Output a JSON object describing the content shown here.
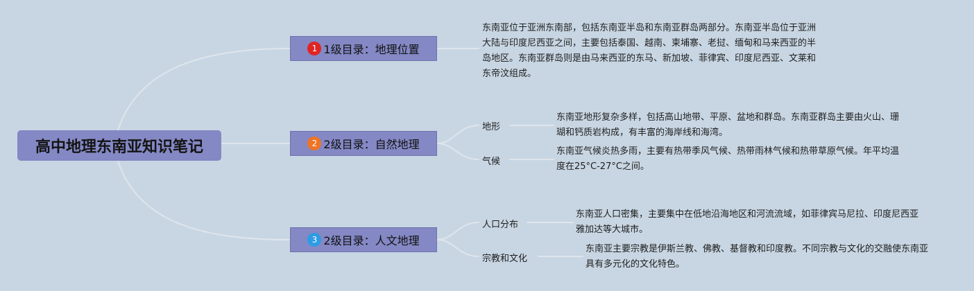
{
  "root": {
    "title": "高中地理东南亚知识笔记"
  },
  "colors": {
    "background": "#c8d6e3",
    "node_fill": "#8488c4",
    "connector": "#dfe5ec",
    "badge_1": "#e02424",
    "badge_2": "#ee7426",
    "badge_3": "#2e9be6"
  },
  "branches": [
    {
      "badge": "1",
      "title": "1级目录：地理位置",
      "description": "东南亚位于亚洲东南部，包括东南亚半岛和东南亚群岛两部分。东南亚半岛位于亚洲大陆与印度尼西亚之间，主要包括泰国、越南、柬埔寨、老挝、缅甸和马来西亚的半岛地区。东南亚群岛则是由马来西亚的东马、新加坡、菲律宾、印度尼西亚、文莱和东帝汶组成。"
    },
    {
      "badge": "2",
      "title": "2级目录：自然地理",
      "children": [
        {
          "label": "地形",
          "description": "东南亚地形复杂多样，包括高山地带、平原、盆地和群岛。东南亚群岛主要由火山、珊瑚和钙质岩构成，有丰富的海岸线和海湾。"
        },
        {
          "label": "气候",
          "description": "东南亚气候炎热多雨，主要有热带季风气候、热带雨林气候和热带草原气候。年平均温度在25°C-27°C之间。"
        }
      ]
    },
    {
      "badge": "3",
      "title": "2级目录：人文地理",
      "children": [
        {
          "label": "人口分布",
          "description": "东南亚人口密集，主要集中在低地沿海地区和河流流域，如菲律宾马尼拉、印度尼西亚雅加达等大城市。"
        },
        {
          "label": "宗教和文化",
          "description": "东南亚主要宗教是伊斯兰教、佛教、基督教和印度教。不同宗教与文化的交融使东南亚具有多元化的文化特色。"
        }
      ]
    }
  ]
}
